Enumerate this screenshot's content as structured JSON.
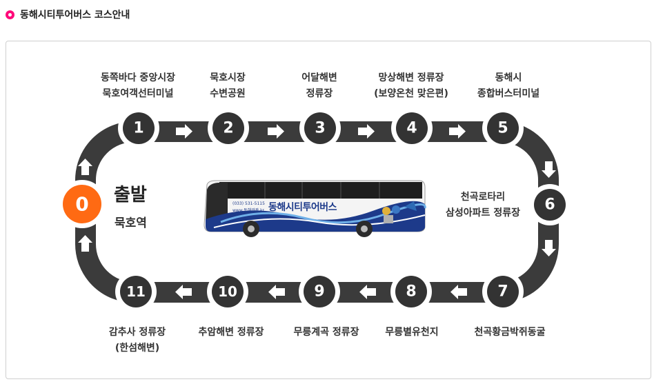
{
  "header": {
    "title": "동해시티투어버스 코스안내"
  },
  "start": {
    "title": "출발",
    "subtitle": "묵호역"
  },
  "bus": {
    "name": "동해시티투어버스",
    "phone": "(033) 531-5115",
    "url": "www.동해관광.kr"
  },
  "stops": [
    {
      "number": "0",
      "lines": []
    },
    {
      "number": "1",
      "lines": [
        "동쪽바다 중앙시장",
        "묵호여객선터미널"
      ]
    },
    {
      "number": "2",
      "lines": [
        "묵호시장",
        "수변공원"
      ]
    },
    {
      "number": "3",
      "lines": [
        "어달해변",
        "정류장"
      ]
    },
    {
      "number": "4",
      "lines": [
        "망상해변 정류장",
        "(보양온천 맞은편)"
      ]
    },
    {
      "number": "5",
      "lines": [
        "동해시",
        "종합버스터미널"
      ]
    },
    {
      "number": "6",
      "lines": [
        "천곡로타리",
        "삼성아파트 정류장"
      ]
    },
    {
      "number": "7",
      "lines": [
        "천곡황금박쥐동굴"
      ]
    },
    {
      "number": "8",
      "lines": [
        "무릉별유천지"
      ]
    },
    {
      "number": "9",
      "lines": [
        "무릉계곡 정류장"
      ]
    },
    {
      "number": "10",
      "lines": [
        "추암해변 정류장"
      ]
    },
    {
      "number": "11",
      "lines": [
        "감추사 정류장",
        "(한섬해변)"
      ]
    }
  ],
  "colors": {
    "accent": "#ff0a7a",
    "start": "#ff6a13",
    "track": "#3b3b3b",
    "node": "#333333"
  }
}
